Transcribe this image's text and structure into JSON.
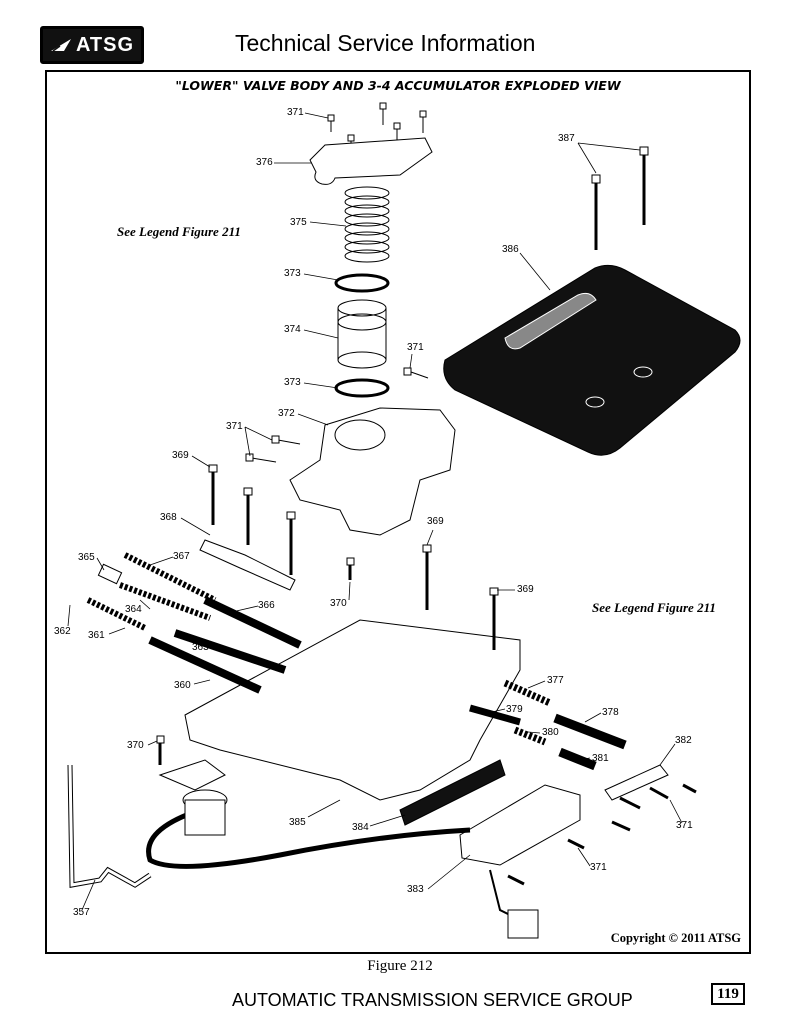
{
  "header": {
    "logo_text": "ATSG",
    "title": "Technical Service Information"
  },
  "diagram": {
    "title": "\"LOWER\" VALVE BODY AND 3-4 ACCUMULATOR EXPLODED VIEW",
    "legend_left": "See Legend Figure 211",
    "legend_right": "See Legend Figure 211",
    "copyright": "Copyright © 2011 ATSG",
    "callouts": {
      "c371a": "371",
      "c387": "387",
      "c376": "376",
      "c375": "375",
      "c386": "386",
      "c373a": "373",
      "c374": "374",
      "c371b": "371",
      "c373b": "373",
      "c372": "372",
      "c371c": "371",
      "c369a": "369",
      "c368": "368",
      "c369b": "369",
      "c365": "365",
      "c367": "367",
      "c369c": "369",
      "c362": "362",
      "c364": "364",
      "c366": "366",
      "c370a": "370",
      "c361": "361",
      "c363": "363",
      "c360": "360",
      "c377": "377",
      "c379": "379",
      "c378": "378",
      "c370b": "370",
      "c380": "380",
      "c382": "382",
      "c381": "381",
      "c385": "385",
      "c384": "384",
      "c371d": "371",
      "c371e": "371",
      "c383": "383",
      "c357": "357"
    }
  },
  "footer": {
    "caption": "Figure 212",
    "org": "AUTOMATIC TRANSMISSION SERVICE GROUP",
    "page": "119"
  }
}
